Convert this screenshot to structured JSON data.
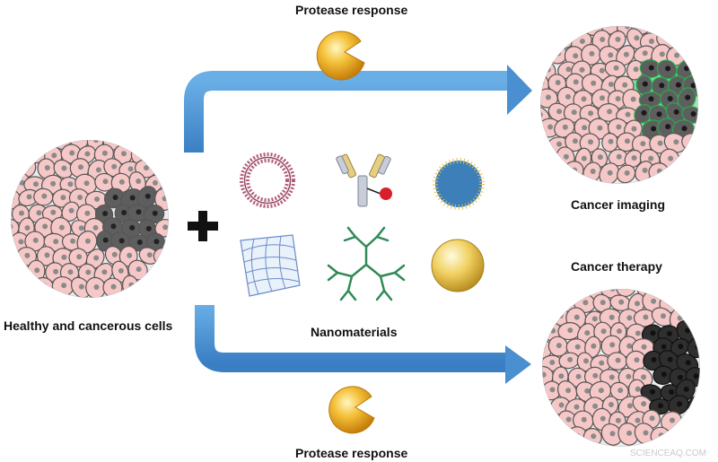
{
  "labels": {
    "protease_top": "Protease response",
    "protease_bottom": "Protease response",
    "input_cells": "Healthy and cancerous cells",
    "nanomaterials": "Nanomaterials",
    "cancer_imaging": "Cancer imaging",
    "cancer_therapy": "Cancer therapy"
  },
  "watermark": "SCIENCEAQ.COM",
  "icons": {
    "plus": "plus-icon",
    "protease": "pacman-enzyme-icon",
    "nanomaterials": [
      "liposome-icon",
      "antibody-conjugate-icon",
      "polymer-nanoparticle-icon",
      "graphene-sheet-icon",
      "dendrimer-icon",
      "gold-nanoparticle-icon"
    ]
  },
  "colors": {
    "arrow": "#4a8fd0",
    "healthy_cell": "#f6c7c7",
    "cancer_cell": "#5e5e5e",
    "imaging_glow": "#3fd66a",
    "therapy_cell": "#2f2f2f",
    "enzyme": "#f2b21c"
  }
}
